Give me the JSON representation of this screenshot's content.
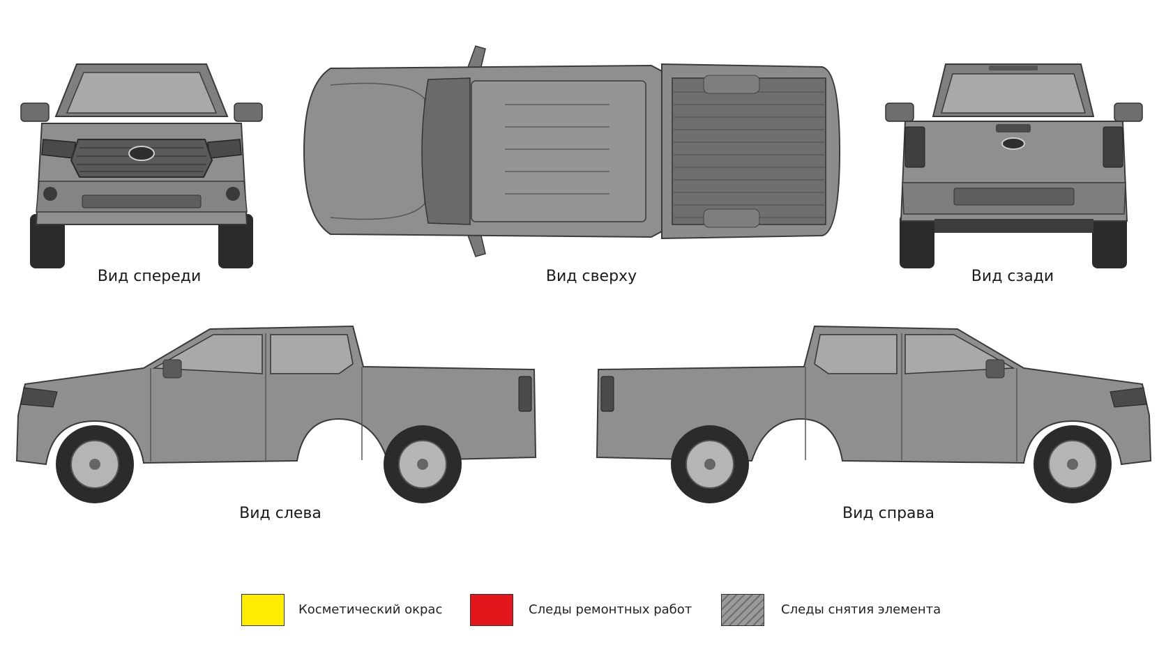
{
  "views": {
    "front": {
      "label": "Вид спереди"
    },
    "top": {
      "label": "Вид сверху"
    },
    "rear": {
      "label": "Вид сзади"
    },
    "left": {
      "label": "Вид слева"
    },
    "right": {
      "label": "Вид справа"
    }
  },
  "legend": [
    {
      "label": "Косметический окрас",
      "color": "#ffec00",
      "pattern": "solid"
    },
    {
      "label": "Следы ремонтных работ",
      "color": "#e3161b",
      "pattern": "solid"
    },
    {
      "label": "Следы снятия элемента",
      "color": "#9a9a9a",
      "pattern": "hatched"
    }
  ],
  "colors": {
    "body": "#8f8f8f",
    "body_dark": "#5e5e5e",
    "glass": "#a9a9a9",
    "tire": "#2b2b2b",
    "rim": "#b5b5b5",
    "outline": "#3a3a3a"
  }
}
